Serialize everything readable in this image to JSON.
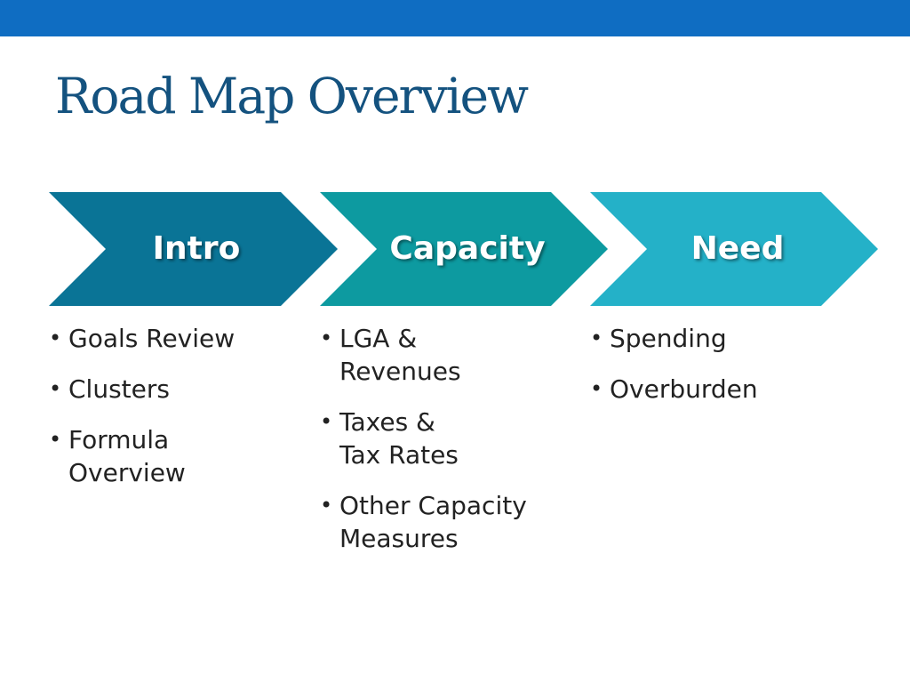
{
  "colors": {
    "top_bar": "#0f6dc2",
    "title": "#14527f",
    "intro": "#0a7496",
    "capacity": "#0d9aa0",
    "need": "#24b1c8",
    "text": "#222222"
  },
  "title": "Road Map Overview",
  "stages": [
    {
      "label": "Intro",
      "items": [
        "Goals Review",
        "Clusters",
        "Formula\nOverview"
      ]
    },
    {
      "label": "Capacity",
      "items": [
        "LGA &\nRevenues",
        "Taxes &\nTax Rates",
        "Other Capacity\nMeasures"
      ]
    },
    {
      "label": "Need",
      "items": [
        "Spending",
        "Overburden"
      ]
    }
  ],
  "bullet_glyph": "•"
}
